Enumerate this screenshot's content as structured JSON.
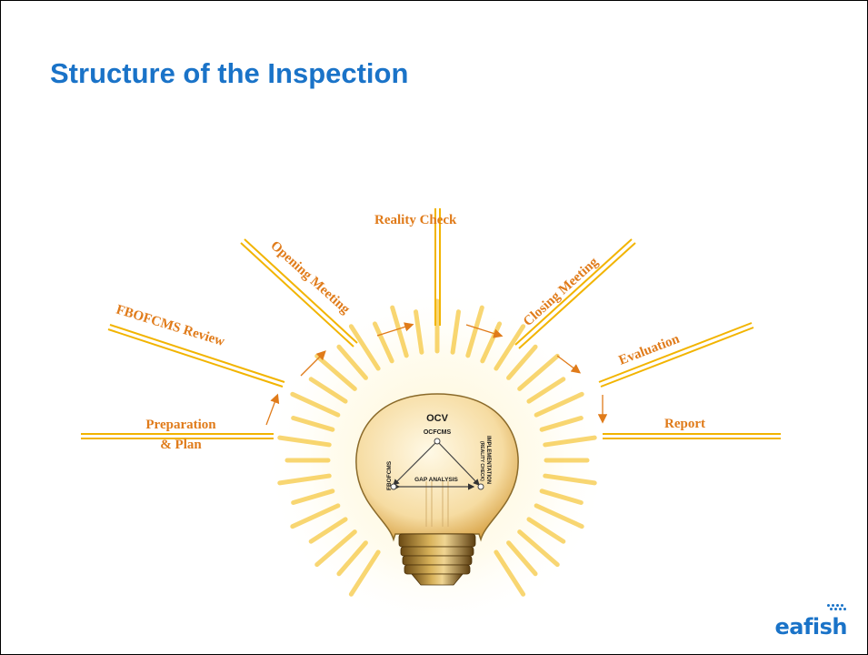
{
  "slide": {
    "title": "Structure of the Inspection"
  },
  "diagram": {
    "steps": [
      {
        "id": "preparation",
        "lines": [
          "Preparation",
          "& Plan"
        ]
      },
      {
        "id": "fbofcms_review",
        "lines": [
          "FBOFCMS Review"
        ]
      },
      {
        "id": "opening_meeting",
        "lines": [
          "Opening Meeting"
        ]
      },
      {
        "id": "reality_check",
        "lines": [
          "Reality Check"
        ]
      },
      {
        "id": "closing_meeting",
        "lines": [
          "Closing Meeting"
        ]
      },
      {
        "id": "evaluation",
        "lines": [
          "Evaluation"
        ]
      },
      {
        "id": "report",
        "lines": [
          "Report"
        ]
      }
    ],
    "bulb": {
      "title": "OCV",
      "top_node": "OCFCMS",
      "left_node": "FBOFCMS",
      "right_node": "IMPLEMENTATION",
      "right_node_sub": "(REALITY CHECK)",
      "bottom_edge": "GAP ANALYSIS"
    }
  },
  "colors": {
    "title": "#1a73c8",
    "label": "#e07b1a",
    "ray": "#f2b400",
    "glow": "#fff3c4"
  },
  "logo": {
    "text": "eafish"
  }
}
